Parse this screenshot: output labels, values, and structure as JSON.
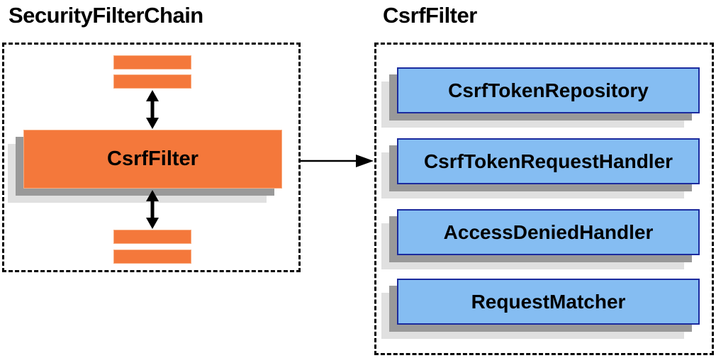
{
  "colors": {
    "background": "#FFFFFF",
    "text": "#000000",
    "orange": "#F4783B",
    "orange_border": "#F8AC80",
    "blue": "#85BDF2",
    "blue_border": "#1B2B9E",
    "shadow_dark": "#999999",
    "shadow_light": "#E0E0E0"
  },
  "left_group": {
    "title": "SecurityFilterChain",
    "node_label": "CsrfFilter"
  },
  "right_group": {
    "title": "CsrfFilter",
    "components": [
      "CsrfTokenRepository",
      "CsrfTokenRequestHandler",
      "AccessDeniedHandler",
      "RequestMatcher"
    ]
  },
  "icons": {
    "vertical_connector": "double-headed-arrow-icon",
    "link_connector": "right-arrow-icon"
  }
}
